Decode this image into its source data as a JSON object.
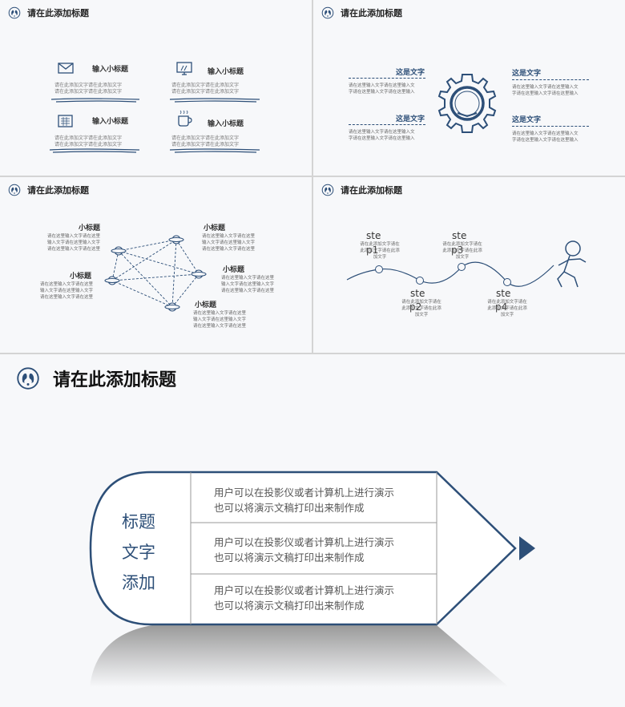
{
  "header_title": "请在此添加标题",
  "slide1": {
    "items": [
      {
        "icon": "envelope-icon",
        "title": "输入小标题",
        "body": [
          "请在此添加文字请在此添加文字",
          "请在此添加文字请在此添加文字"
        ]
      },
      {
        "icon": "monitor-icon",
        "title": "输入小标题",
        "body": [
          "请在此添加文字请在此添加文字",
          "请在此添加文字请在此添加文字"
        ]
      },
      {
        "icon": "calendar-icon",
        "title": "输入小标题",
        "body": [
          "请在此添加文字请在此添加文字",
          "请在此添加文字请在此添加文字"
        ]
      },
      {
        "icon": "coffee-cup-icon",
        "title": "输入小标题",
        "body": [
          "请在此添加文字请在此添加文字",
          "请在此添加文字请在此添加文字"
        ]
      }
    ]
  },
  "slide2": {
    "items": [
      {
        "title": "这是文字",
        "body": [
          "请在这里输入文字请在这里输入文",
          "字请在这里输入文字请在这里输入"
        ]
      },
      {
        "title": "这是文字",
        "body": [
          "请在这里输入文字请在这里输入文",
          "字请在这里输入文字请在这里输入"
        ]
      },
      {
        "title": "这是文字",
        "body": [
          "请在这里输入文字请在这里输入文",
          "字请在这里输入文字请在这里输入"
        ]
      },
      {
        "title": "这是文字",
        "body": [
          "请在这里输入文字请在这里输入文",
          "字请在这里输入文字请在这里输入"
        ]
      }
    ]
  },
  "slide3": {
    "items": [
      {
        "title": "小标题",
        "body": [
          "请在这里输入文字请在这里",
          "输入文字请在这里输入文字",
          "请在这里输入文字请在这里"
        ]
      },
      {
        "title": "小标题",
        "body": [
          "请在这里输入文字请在这里",
          "输入文字请在这里输入文字",
          "请在这里输入文字请在这里"
        ]
      },
      {
        "title": "小标题",
        "body": [
          "请在这里输入文字请在这里",
          "输入文字请在这里输入文字",
          "请在这里输入文字请在这里"
        ]
      },
      {
        "title": "小标题",
        "body": [
          "请在这里输入文字请在这里",
          "输入文字请在这里输入文字",
          "请在这里输入文字请在这里"
        ]
      },
      {
        "title": "小标题",
        "body": [
          "请在这里输入文字请在这里",
          "输入文字请在这里输入文字",
          "请在这里输入文字请在这里"
        ]
      }
    ]
  },
  "slide4": {
    "points": [
      {
        "label": "ste",
        "tag": "p1",
        "body": [
          "请在此添加文字请在",
          "此添加文字请在此添",
          "加文字"
        ]
      },
      {
        "label": "ste",
        "tag": "p2",
        "body": [
          "请在此添加文字请在",
          "此添加文字请在此添",
          "加文字"
        ]
      },
      {
        "label": "ste",
        "tag": "p3",
        "body": [
          "请在此添加文字请在",
          "此添加文字请在此添",
          "加文字"
        ]
      },
      {
        "label": "ste",
        "tag": "p4",
        "body": [
          "请在此添加文字请在",
          "此添加文字请在此添",
          "加文字"
        ]
      }
    ]
  },
  "slide5": {
    "title": "请在此添加标题",
    "pencil_label": [
      "标题",
      "文字",
      "添加"
    ],
    "rows": [
      [
        "用户可以在投影仪或者计算机上进行演示",
        "也可以将演示文稿打印出来制作成"
      ],
      [
        "用户可以在投影仪或者计算机上进行演示",
        "也可以将演示文稿打印出来制作成"
      ],
      [
        "用户可以在投影仪或者计算机上进行演示",
        "也可以将演示文稿打印出来制作成"
      ]
    ]
  },
  "colors": {
    "accent": "#2d4f78",
    "background": "#f7f8fa"
  }
}
